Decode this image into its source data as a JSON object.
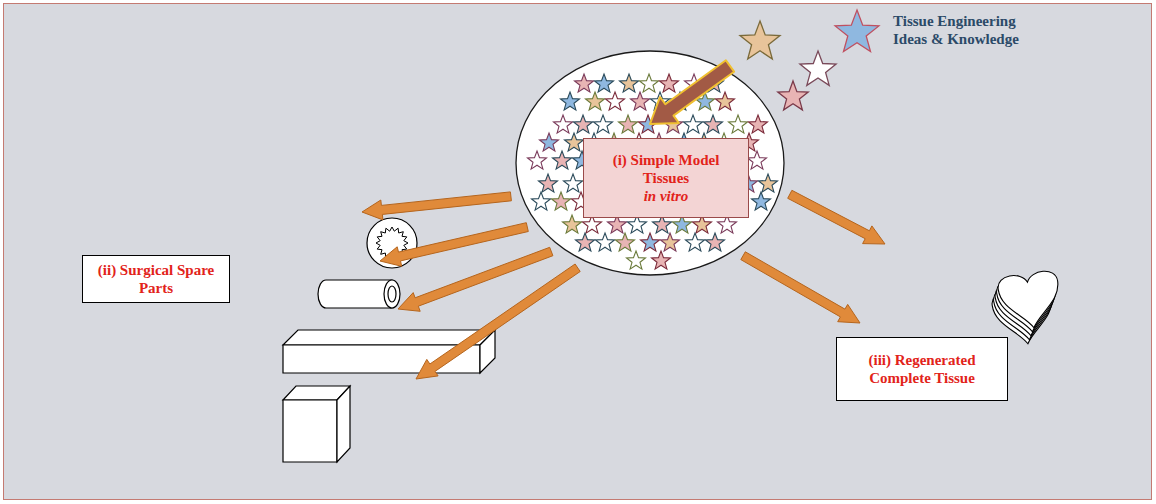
{
  "diagram": {
    "nodes": [
      {
        "text": [
          "(i) Simple Model Tissues",
          "in vitro"
        ]
      },
      {
        "text": [
          "(ii) Surgical Spare Parts"
        ]
      },
      {
        "text": [
          "(iii) Regenerated Complete Tissue"
        ]
      }
    ],
    "edges": [
      {
        "from": 0,
        "to": 1,
        "arrow": "to"
      },
      {
        "from": 0,
        "to": 2,
        "arrow": "to"
      }
    ],
    "labels": [
      "Tissue Engineering Ideas & Knowledge"
    ]
  }
}
